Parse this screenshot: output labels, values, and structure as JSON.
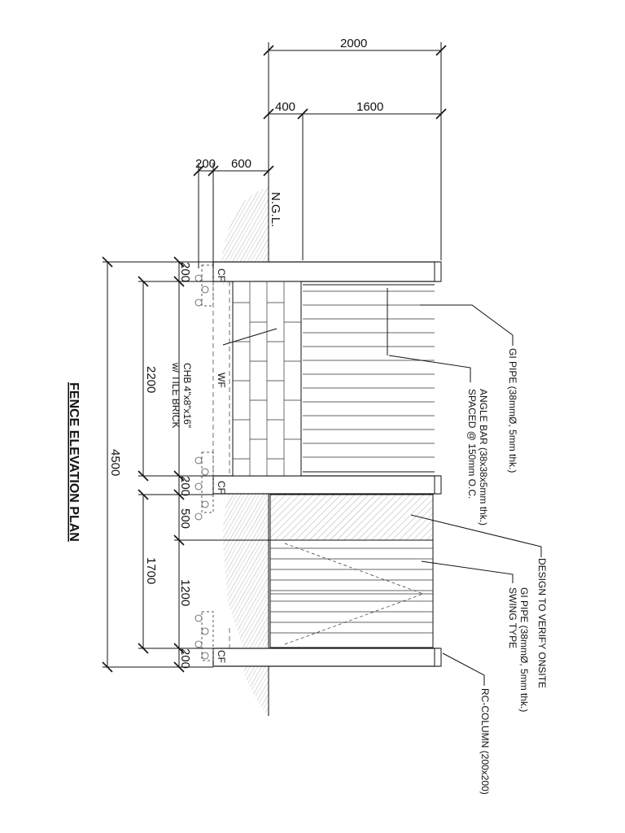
{
  "title": "FENCE ELEVATION PLAN",
  "dimensions": {
    "top_total": "2000",
    "top_400": "400",
    "top_1600": "1600",
    "top_200": "200",
    "top_600": "600",
    "left_total": "4500",
    "left_2200": "2200",
    "left_1700": "1700",
    "seg_200_a": "200",
    "seg_200_b": "200",
    "seg_500": "500",
    "seg_1200": "1200",
    "seg_200_c": "200"
  },
  "labels": {
    "ngl": "N.G.L.",
    "cf_1": "CF",
    "cf_2": "CF",
    "cf_3": "CF",
    "wf": "WF",
    "chb_line1": "CHB 4\"x8\"x16\"",
    "chb_line2": "w/ TILE BRICK"
  },
  "callouts": {
    "gi_pipe_1": "GI PIPE (38mmØ, 5mm thk.)",
    "angle_bar_1": "ANGLE BAR (38x38x5mm thk.)",
    "angle_bar_2": "SPACED @ 150mm O.C.",
    "design_verify": "DESIGN TO VERIFY ONSITE",
    "gi_pipe_2": "GI PIPE (38mmØ, 5mm thk.)",
    "swing_type": "SWING TYPE",
    "rc_column": "RC-COLUMN (200x200)"
  }
}
